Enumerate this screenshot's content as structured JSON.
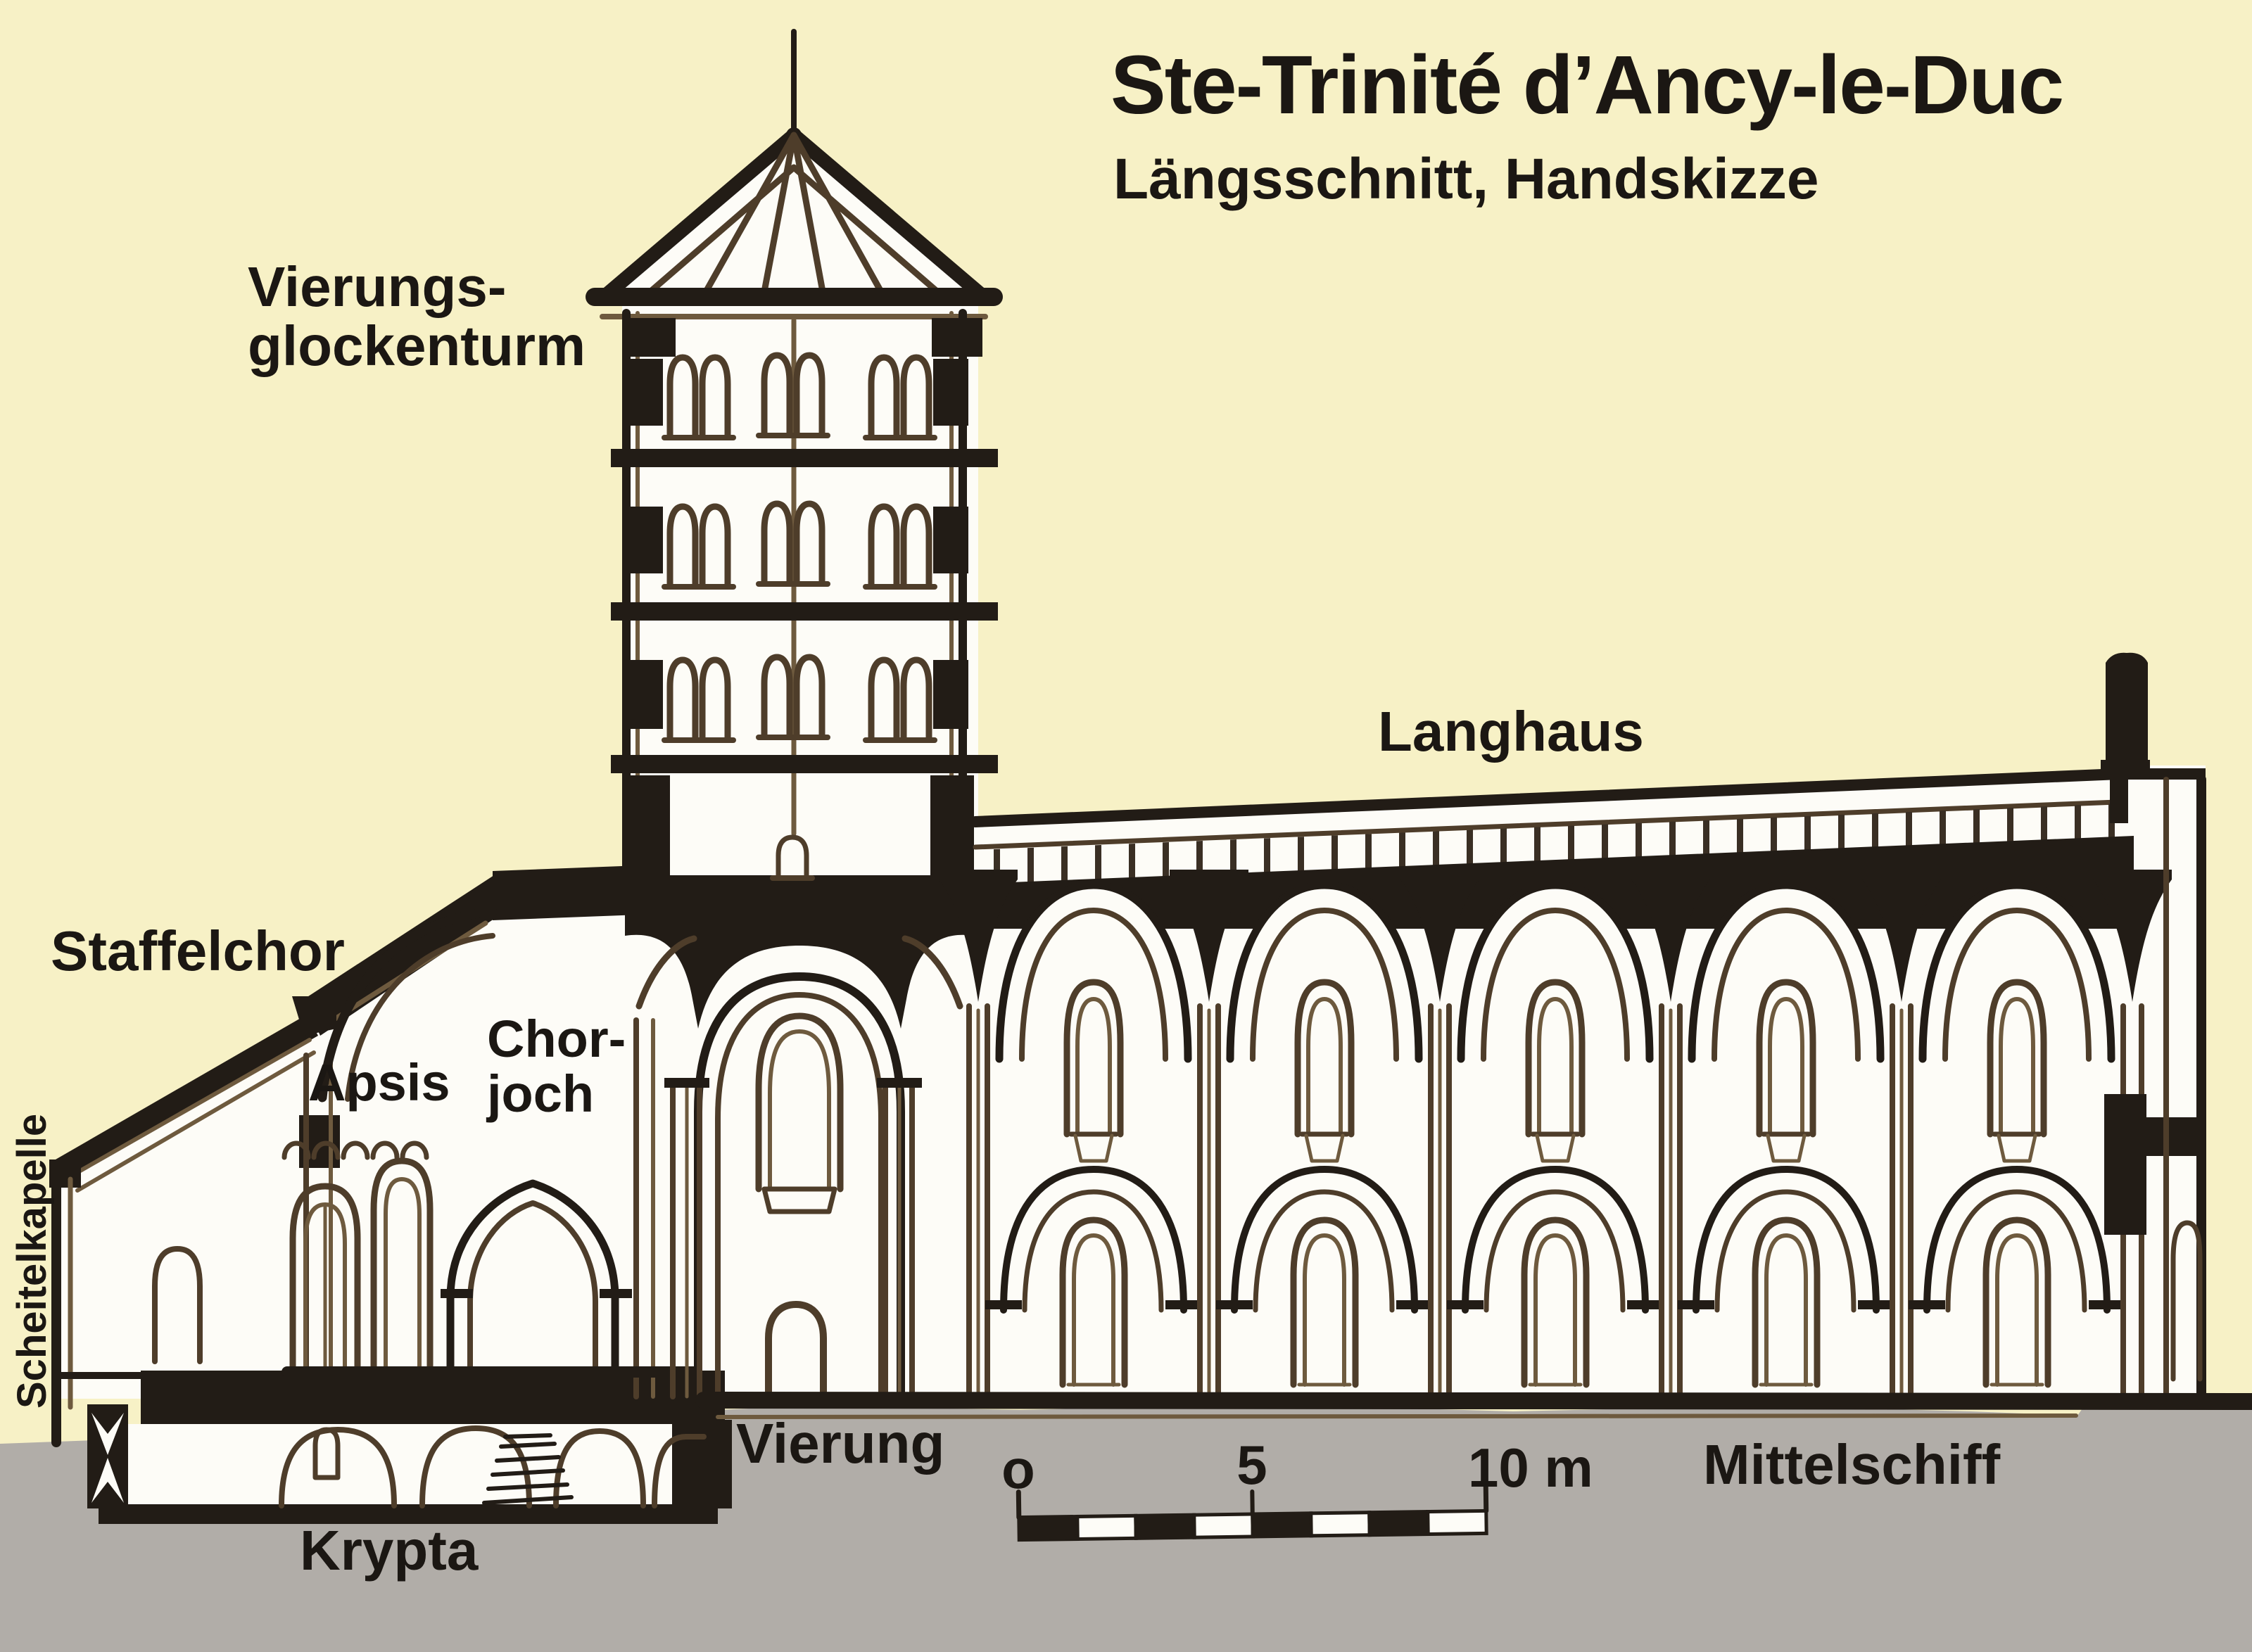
{
  "title": {
    "text": "Ste-Trinité d’Ancy-le-Duc",
    "subtitle": "Längsschnitt, Handskizze"
  },
  "labels": {
    "tower": "Vierungs-\nglockenturm",
    "langhaus": "Langhaus",
    "staffelchor": "Staffelchor",
    "apsis": "Apsis",
    "chorjoch": "Chor-\njoch",
    "scheitelkapelle": "Scheitelkapelle",
    "vierung": "Vierung",
    "krypta": "Krypta",
    "mittelschiff": "Mittelschiff"
  },
  "scale_bar": {
    "start_label": "o",
    "mid_label": "5",
    "end_label": "10 m",
    "length_meters": 10,
    "segments": 8
  },
  "colors": {
    "background": "#f7f1c6",
    "ground": "#b1ada8",
    "ink": "#221c16",
    "line_brown": "#5a4630",
    "paper": "#fdfcf7"
  }
}
